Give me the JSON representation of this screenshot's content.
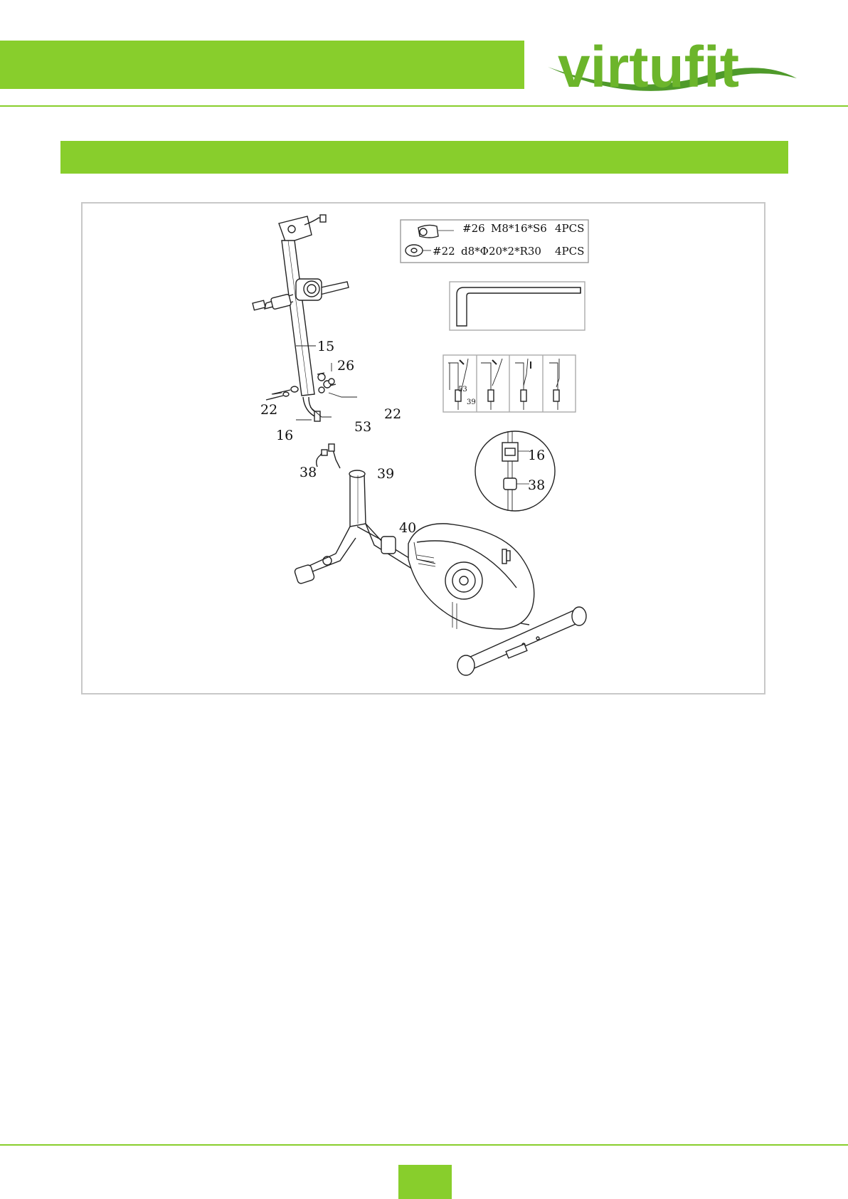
{
  "brand": {
    "logo_text": "virtufit",
    "color": "#88ce2c"
  },
  "figure": {
    "hardware": [
      {
        "code": "#26",
        "spec": "M8*16*S6",
        "qty": "4PCS"
      },
      {
        "code": "#22",
        "spec": "d8*Φ20*2*R30",
        "qty": "4PCS"
      }
    ],
    "part_labels": {
      "p15": "15",
      "p26": "26",
      "p22a": "22",
      "p22b": "22",
      "p16": "16",
      "p53": "53",
      "p38": "38",
      "p39": "39",
      "p40": "40"
    },
    "cable_steps": {
      "s53": "53",
      "s39": "39"
    },
    "connector_detail": {
      "c16": "16",
      "c38": "38"
    }
  }
}
